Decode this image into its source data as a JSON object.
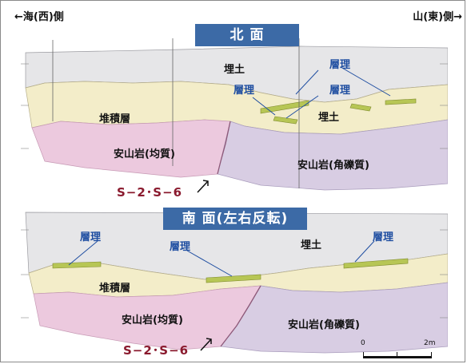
{
  "header": {
    "left": "←海(西)側",
    "right": "山(東)側→"
  },
  "north": {
    "title": "北 面",
    "labels": {
      "fill": "埋土",
      "fill2": "埋土",
      "bedding_a": "層理",
      "bedding_b": "層理",
      "bedding_c": "層理",
      "sediment": "堆積層",
      "andesite_homo": "安山岩(均質)",
      "andesite_brec": "安山岩(角礫質)"
    },
    "fault": "S−2･S−6"
  },
  "south": {
    "title": "南 面(左右反転)",
    "labels": {
      "bedding_a": "層理",
      "bedding_b": "層理",
      "bedding_c": "層理",
      "fill": "埋土",
      "sediment": "堆積層",
      "andesite_homo": "安山岩(均質)",
      "andesite_brec": "安山岩(角礫質)"
    },
    "fault": "S−2･S−6"
  },
  "scale": {
    "zero": "0",
    "end": "2m"
  },
  "colors": {
    "fill": "#e6e6e8",
    "sediment": "#f3edc9",
    "andesite_homo": "#ecc9de",
    "andesite_brec": "#d8cde3",
    "bedding": "#b7c655",
    "title_bg": "#3c6aa6",
    "label_blue": "#1f4ea1",
    "fault_red": "#8a1a2e"
  }
}
